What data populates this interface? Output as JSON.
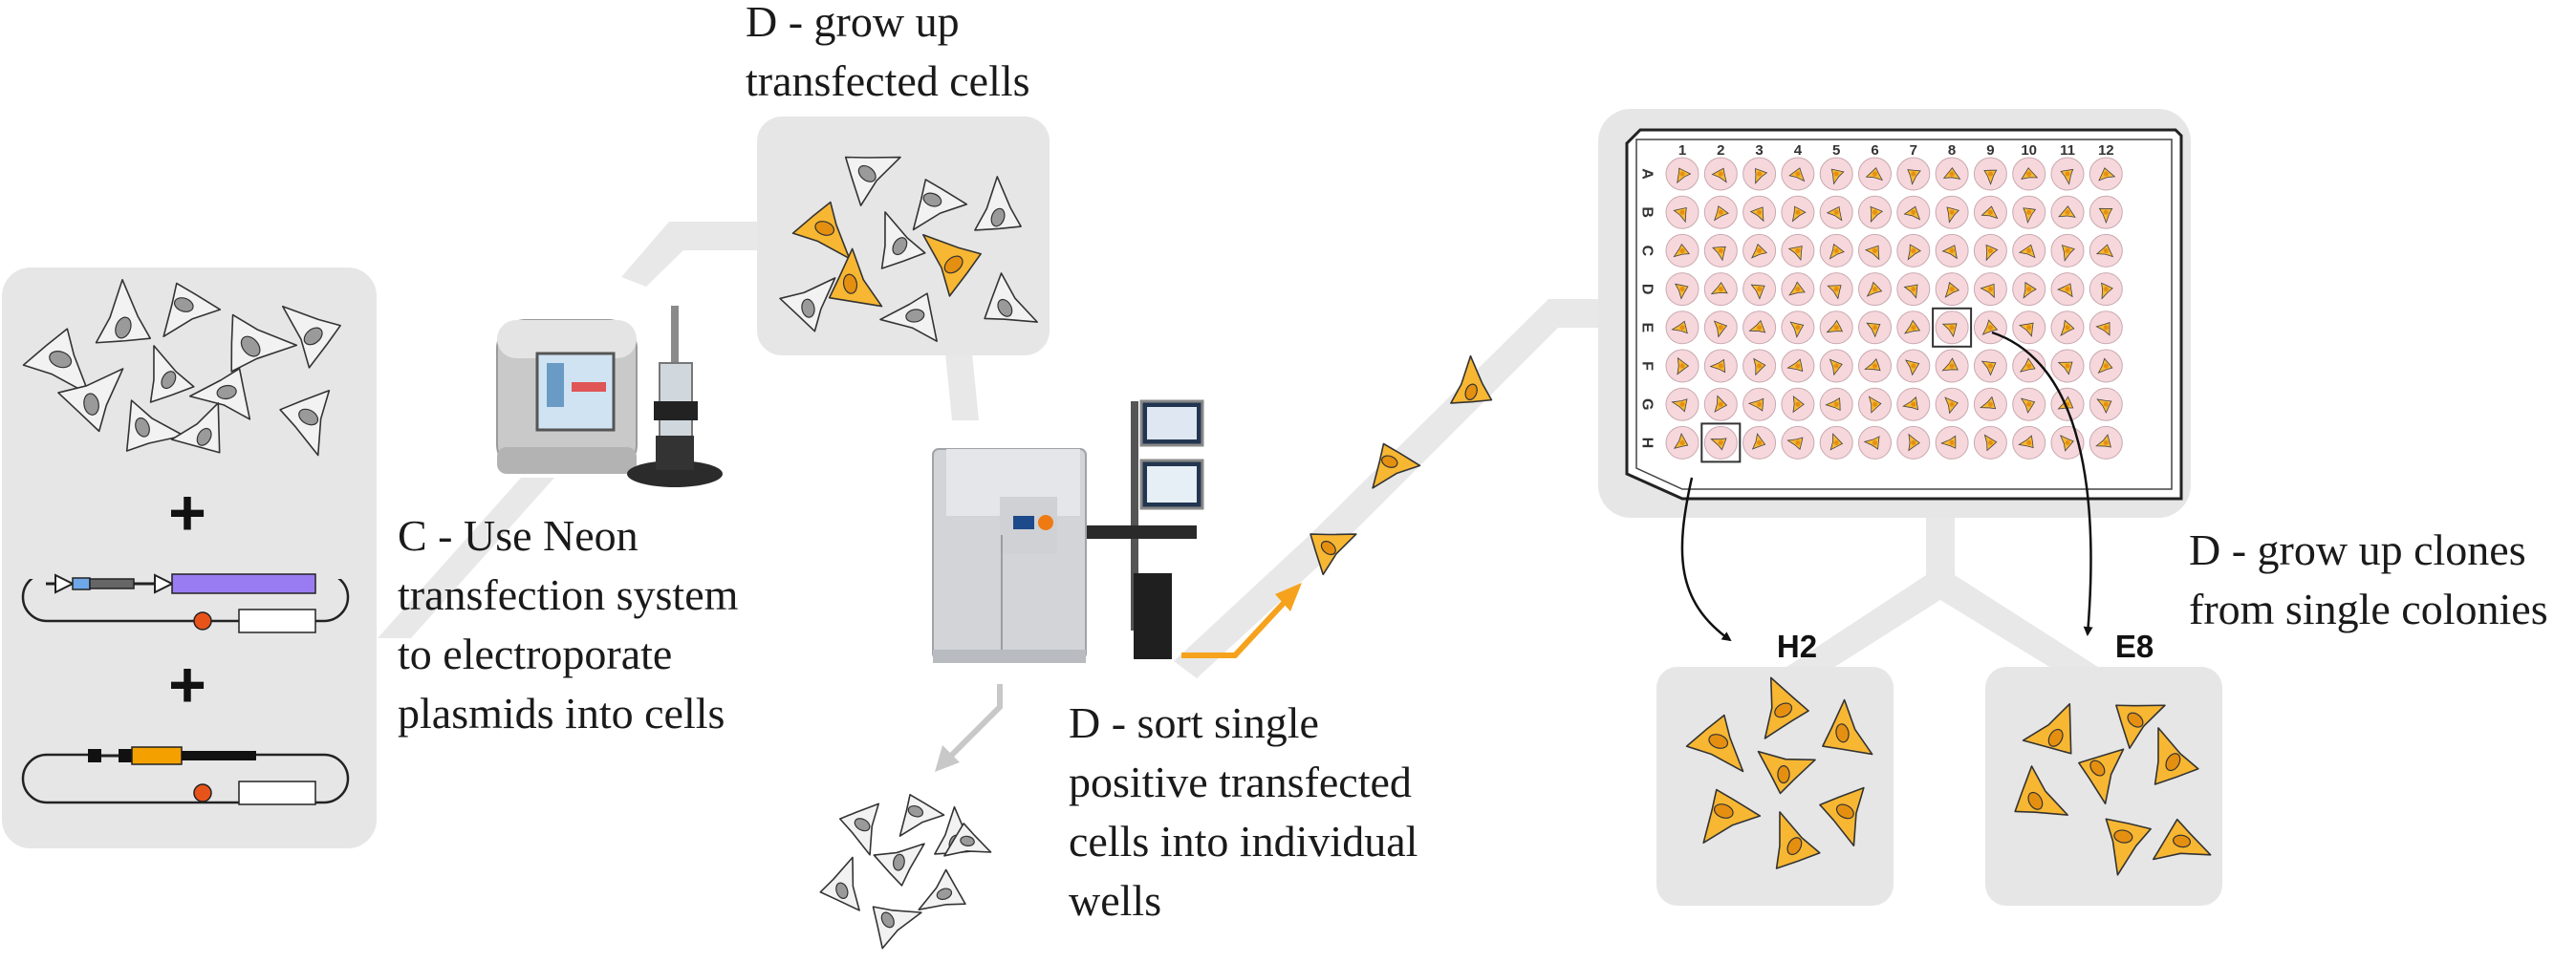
{
  "captions": {
    "grow_transfected": [
      "D - grow up",
      "transfected cells"
    ],
    "neon": [
      "C - Use Neon",
      "transfection system",
      "to electroporate",
      "plasmids into cells"
    ],
    "sort": [
      "D - sort single",
      "positive transfected",
      "cells into individual",
      "wells"
    ],
    "grow_clones": [
      "D - grow up clones",
      "from single colonies"
    ]
  },
  "plus_signs": [
    "+",
    "+"
  ],
  "plate": {
    "columns": [
      "1",
      "2",
      "3",
      "4",
      "5",
      "6",
      "7",
      "8",
      "9",
      "10",
      "11",
      "12"
    ],
    "rows": [
      "A",
      "B",
      "C",
      "D",
      "E",
      "F",
      "G",
      "H"
    ],
    "highlighted_wells": [
      "H2",
      "E8"
    ]
  },
  "clones": {
    "left_label": "H2",
    "right_label": "E8"
  },
  "colors": {
    "panel": "#e6e6e6",
    "connector": "#e8e8e8",
    "cell_gray": "#f2f2f2",
    "nucleus_gray": "#9a9a9a",
    "cell_yellow": "#f7b733",
    "nucleus_orange": "#e58f10",
    "well_pink": "#f6d7dc",
    "arrow_orange": "#f6a21d",
    "plasmid_purple": "#9a7cf2",
    "plasmid_blue": "#6ea8e8",
    "plasmid_orange": "#f4a100",
    "origin_red": "#e8531a"
  }
}
